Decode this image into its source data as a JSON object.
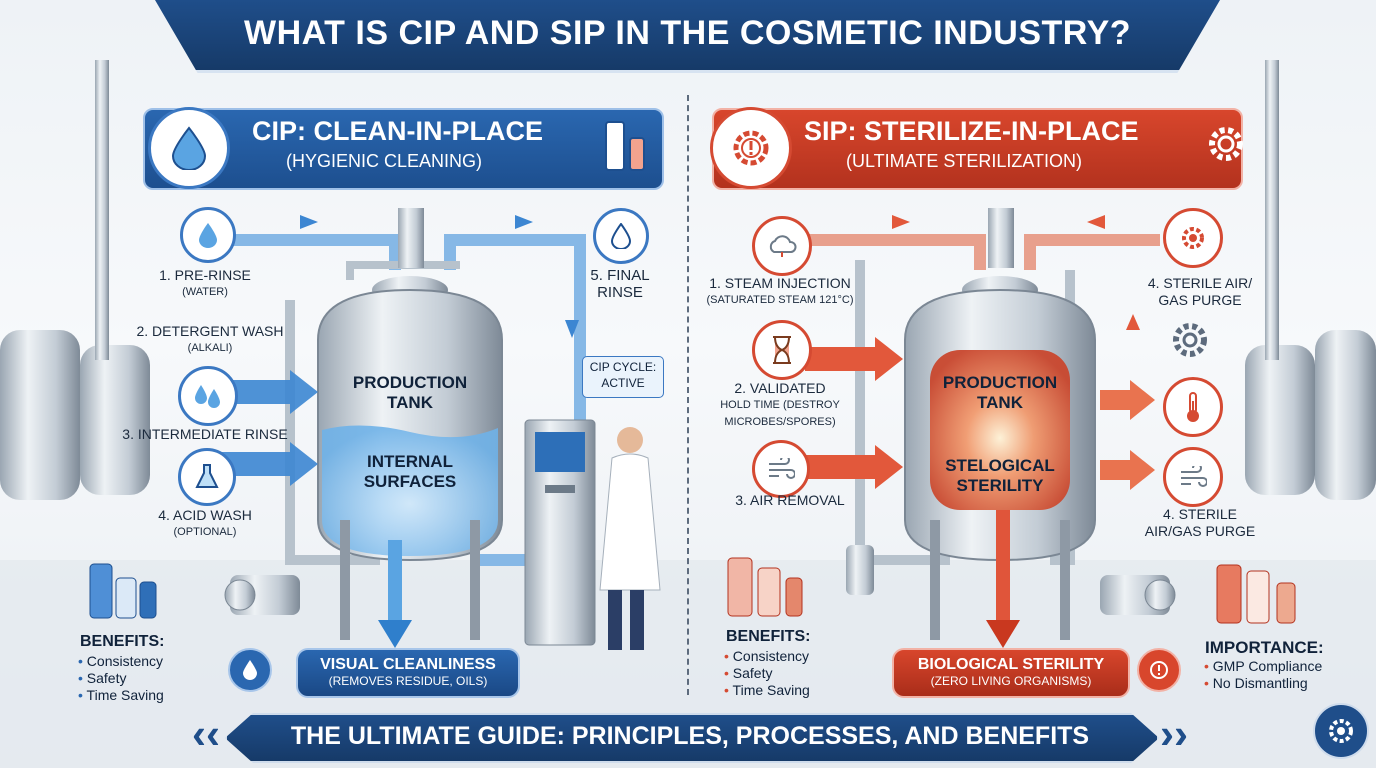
{
  "title": "WHAT IS CIP AND SIP IN THE COSMETIC INDUSTRY?",
  "footer": "THE ULTIMATE GUIDE: PRINCIPLES, PROCESSES, AND BENEFITS",
  "cip": {
    "title": "CIP: CLEAN-IN-PLACE",
    "subtitle": "(HYGIENIC CLEANING)",
    "steps": [
      {
        "label": "1. PRE-RINSE",
        "sub": "(WATER)"
      },
      {
        "label": "2. DETERGENT WASH",
        "sub": "(ALKALI)"
      },
      {
        "label": "3. INTERMEDIATE RINSE",
        "sub": ""
      },
      {
        "label": "4. ACID WASH",
        "sub": "(OPTIONAL)"
      },
      {
        "label": "5. FINAL",
        "sub": "RINSE"
      }
    ],
    "tank_label_1": "PRODUCTION",
    "tank_label_2": "TANK",
    "inner_label_1": "INTERNAL",
    "inner_label_2": "SURFACES",
    "status_1": "CIP CYCLE:",
    "status_2": "ACTIVE",
    "result_title": "VISUAL CLEANLINESS",
    "result_sub": "(REMOVES RESIDUE, OILS)",
    "benefits_title": "BENEFITS:",
    "benefits": [
      "Consistency",
      "Safety",
      "Time Saving"
    ]
  },
  "sip": {
    "title": "SIP: STERILIZE-IN-PLACE",
    "subtitle": "(ULTIMATE STERILIZATION)",
    "steps": [
      {
        "label": "1. STEAM INJECTION",
        "sub": "(SATURATED STEAM 121°C)"
      },
      {
        "label": "2. VALIDATED",
        "sub": "HOLD TIME (DESTROY MICROBES/SPORES)"
      },
      {
        "label": "3. AIR REMOVAL",
        "sub": ""
      },
      {
        "label": "4. STERILE AIR/",
        "sub": "GAS PURGE"
      },
      {
        "label": "4. STERILE",
        "sub": "AIR/GAS PURGE"
      }
    ],
    "tank_label_1": "PRODUCTION",
    "tank_label_2": "TANK",
    "inner_label_1": "STELOGICAL",
    "inner_label_2": "STERILITY",
    "result_title": "BIOLOGICAL STERILITY",
    "result_sub": "(ZERO LIVING ORGANISMS)",
    "benefits_title": "BENEFITS:",
    "benefits": [
      "Consistency",
      "Safety",
      "Time Saving"
    ],
    "importance_title": "IMPORTANCE:",
    "importance": [
      "GMP Compliance",
      "No Dismantling"
    ]
  },
  "colors": {
    "cip": "#2a67b0",
    "sip": "#d8462c",
    "navy": "#1f4e8a"
  }
}
